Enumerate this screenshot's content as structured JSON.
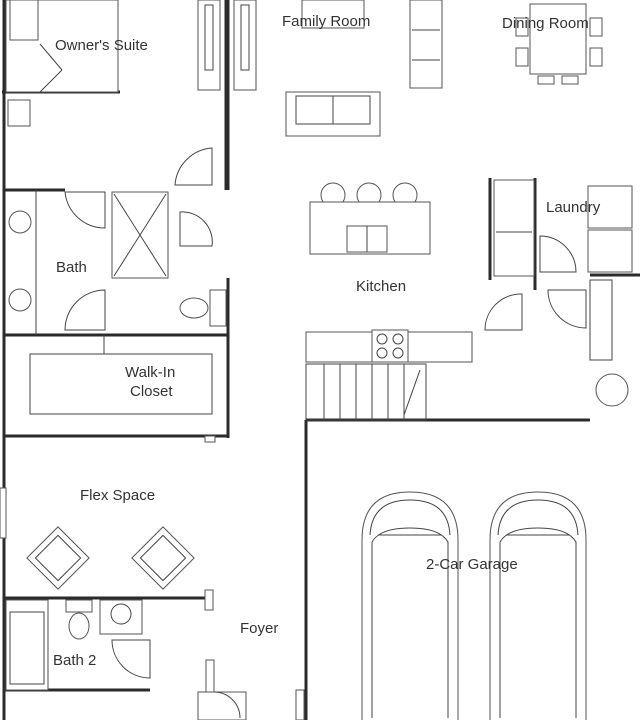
{
  "rooms": {
    "owners_suite": "Owner's Suite",
    "family_room": "Family Room",
    "dining_room": "Dining Room",
    "laundry": "Laundry",
    "bath": "Bath",
    "kitchen": "Kitchen",
    "walk_in_closet_line1": "Walk-In",
    "walk_in_closet_line2": "Closet",
    "flex_space": "Flex Space",
    "garage": "2-Car Garage",
    "foyer": "Foyer",
    "bath_2": "Bath 2"
  },
  "colors": {
    "wall": "#2b2b2b",
    "line": "#444444",
    "background": "#ffffff"
  }
}
